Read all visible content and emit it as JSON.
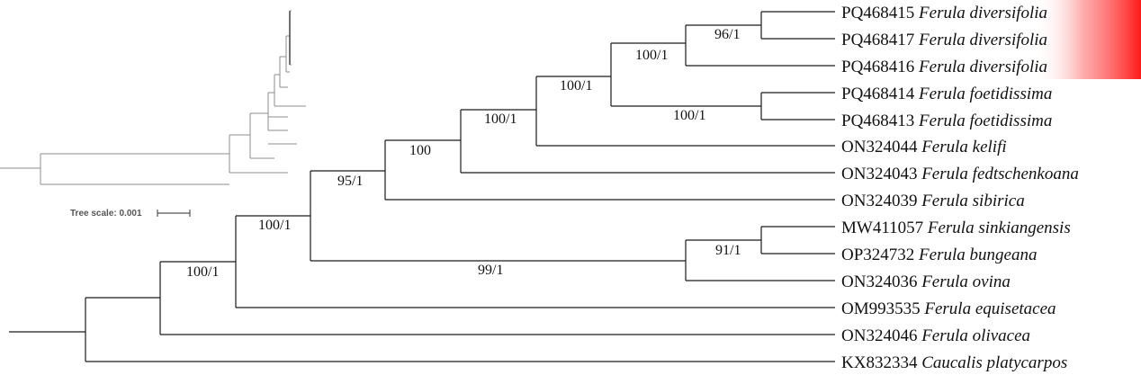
{
  "tree_scale_label": "Tree scale: 0.001",
  "highlight_color": "#ff1a1a",
  "tips": [
    {
      "accession": "PQ468415",
      "species": "Ferula diversifolia"
    },
    {
      "accession": "PQ468417",
      "species": "Ferula diversifolia"
    },
    {
      "accession": "PQ468416",
      "species": "Ferula diversifolia"
    },
    {
      "accession": "PQ468414",
      "species": "Ferula foetidissima"
    },
    {
      "accession": "PQ468413",
      "species": "Ferula foetidissima"
    },
    {
      "accession": "ON324044",
      "species": "Ferula kelifi"
    },
    {
      "accession": "ON324043",
      "species": "Ferula fedtschenkoana"
    },
    {
      "accession": "ON324039",
      "species": "Ferula sibirica"
    },
    {
      "accession": "MW411057",
      "species": "Ferula sinkiangensis"
    },
    {
      "accession": "OP324732",
      "species": "Ferula bungeana"
    },
    {
      "accession": "ON324036",
      "species": "Ferula ovina"
    },
    {
      "accession": "OM993535",
      "species": "Ferula equisetacea"
    },
    {
      "accession": "ON324046",
      "species": "Ferula olivacea"
    },
    {
      "accession": "KX832334",
      "species": "Caucalis platycarpos"
    }
  ],
  "support_values": [
    "96/1",
    "100/1",
    "100/1",
    "100/1",
    "100/1",
    "100",
    "95/1",
    "91/1",
    "99/1",
    "100/1",
    "100/1"
  ]
}
